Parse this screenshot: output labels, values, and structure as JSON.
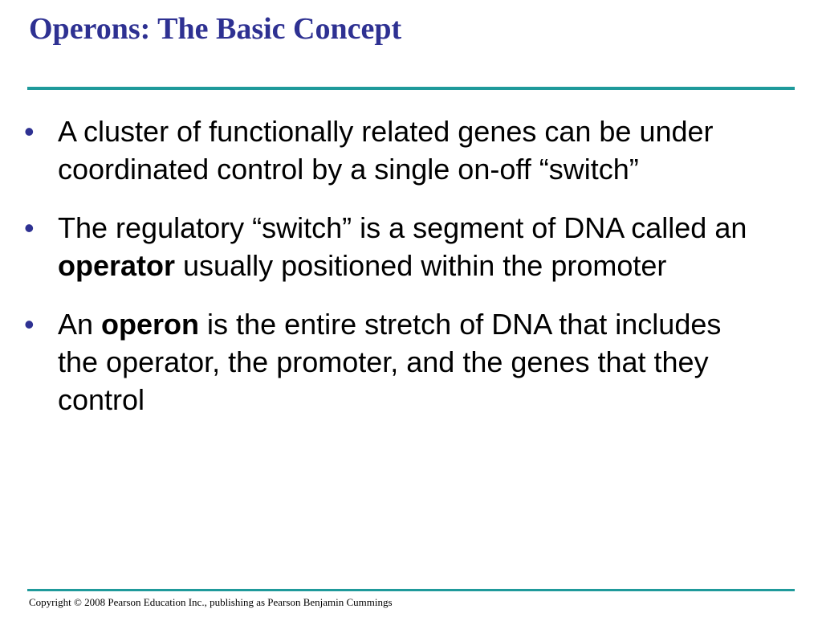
{
  "slide": {
    "title": "Operons: The Basic Concept",
    "bullets": [
      {
        "segments": [
          {
            "text": "A cluster of functionally related genes can be under coordinated control by a single on-off “switch”",
            "bold": false
          }
        ]
      },
      {
        "segments": [
          {
            "text": "The regulatory “switch” is a segment of DNA called an ",
            "bold": false
          },
          {
            "text": "operator",
            "bold": true
          },
          {
            "text": " usually positioned within the promoter",
            "bold": false
          }
        ]
      },
      {
        "segments": [
          {
            "text": "An ",
            "bold": false
          },
          {
            "text": "operon",
            "bold": true
          },
          {
            "text": " is the entire stretch of DNA that includes the operator, the promoter, and the genes that they control",
            "bold": false
          }
        ]
      }
    ],
    "bullet_symbol": "•",
    "footer": "Copyright © 2008 Pearson Education Inc., publishing as Pearson Benjamin Cummings"
  },
  "colors": {
    "title": "#2e3192",
    "rule": "#1f9a9b",
    "bullet_symbol": "#2e3192",
    "text": "#000000"
  }
}
